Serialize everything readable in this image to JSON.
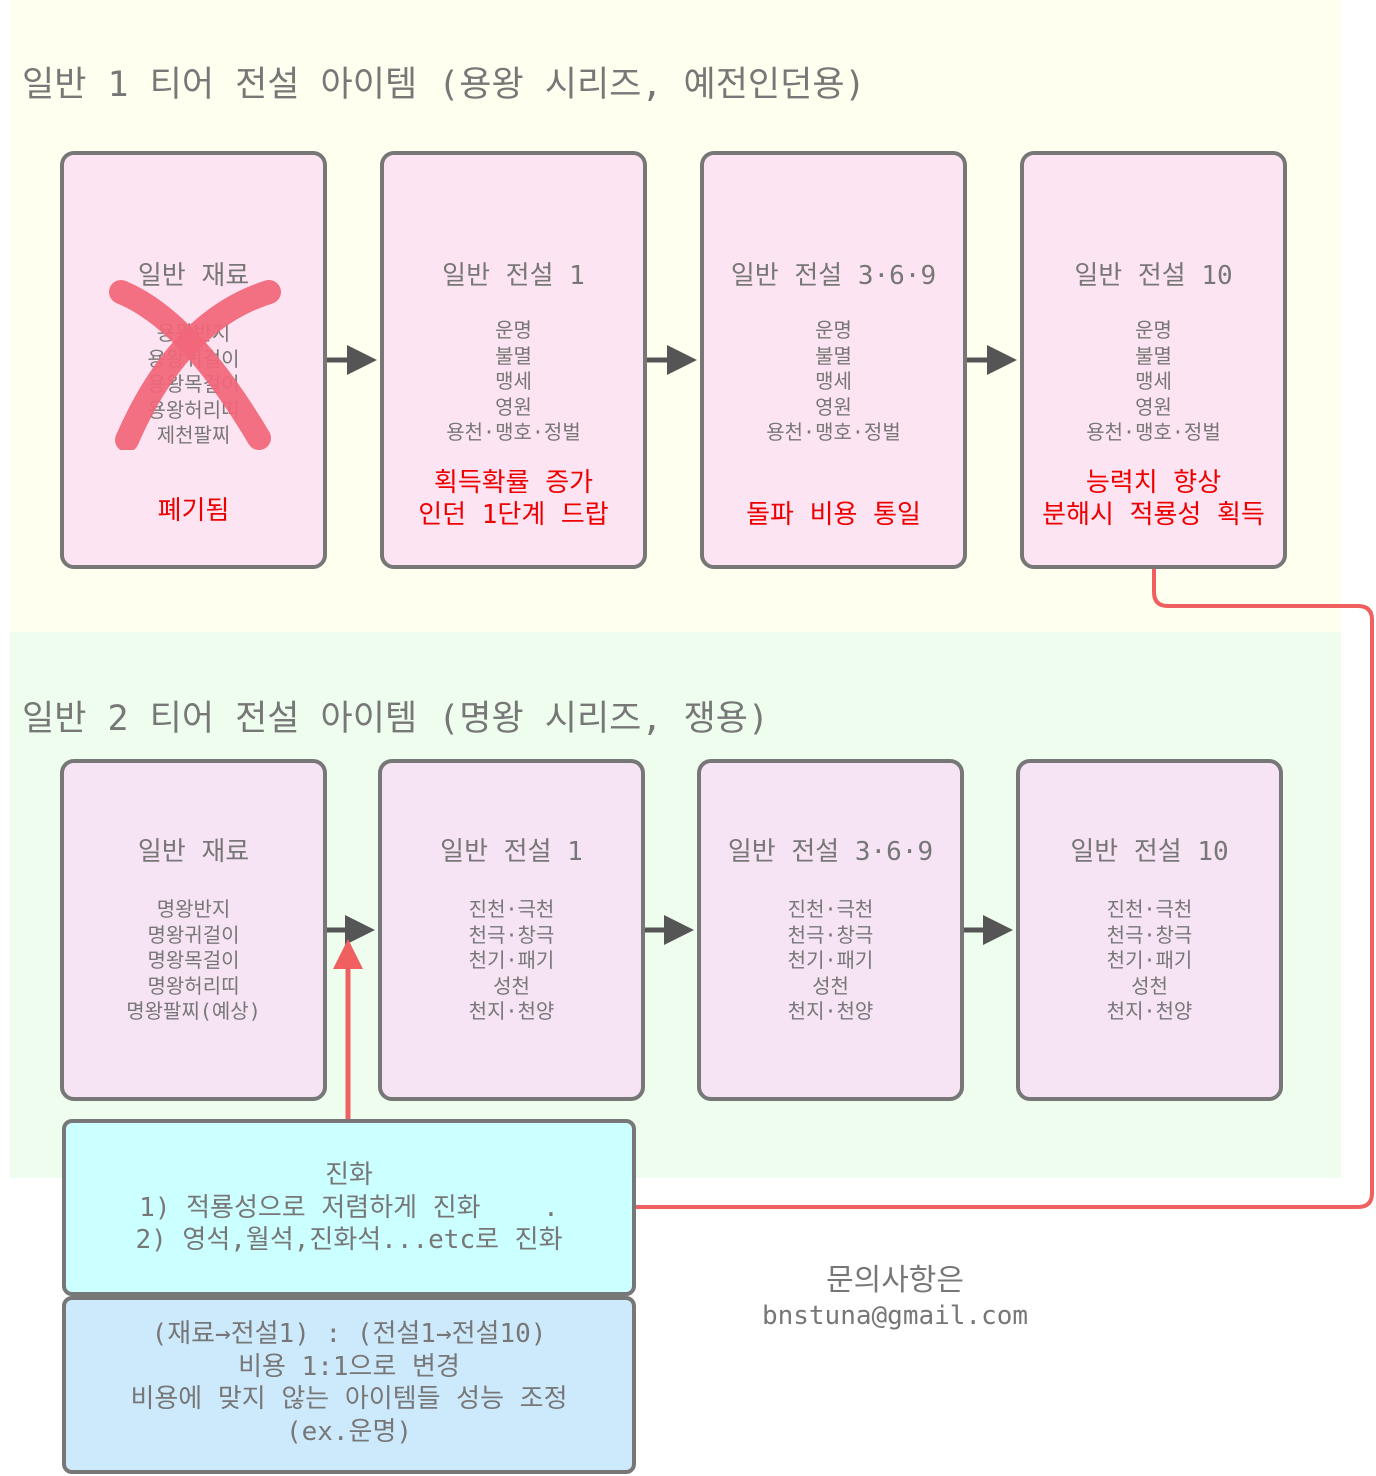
{
  "sections": [
    {
      "title": "일반 1 티어 전설 아이템 (용왕 시리즈, 예전인던용)",
      "cards": [
        {
          "title": "일반 재료",
          "items": [
            "용왕반지",
            "용왕귀걸이",
            "용왕목걸이",
            "용왕허리띠",
            "제천팔찌"
          ],
          "note": [
            "폐기됨"
          ],
          "crossed_out": true
        },
        {
          "title": "일반 전설 1",
          "items": [
            "운명",
            "불멸",
            "맹세",
            "영원",
            "용천·맹호·정벌"
          ],
          "note": [
            "획득확률 증가",
            "인던 1단계 드랍"
          ]
        },
        {
          "title": "일반 전설 3·6·9",
          "items": [
            "운명",
            "불멸",
            "맹세",
            "영원",
            "용천·맹호·정벌"
          ],
          "note": [
            "돌파 비용 통일"
          ]
        },
        {
          "title": "일반 전설 10",
          "items": [
            "운명",
            "불멸",
            "맹세",
            "영원",
            "용천·맹호·정벌"
          ],
          "note": [
            "능력치 향상",
            "분해시 적룡성 획득"
          ]
        }
      ]
    },
    {
      "title": "일반 2 티어 전설 아이템 (명왕 시리즈, 쟁용)",
      "cards": [
        {
          "title": "일반 재료",
          "items": [
            "명왕반지",
            "명왕귀걸이",
            "명왕목걸이",
            "명왕허리띠",
            "명왕팔찌(예상)"
          ]
        },
        {
          "title": "일반 전설 1",
          "items": [
            "진천·극천",
            "천극·창극",
            "천기·패기",
            "성천",
            "천지·천양"
          ]
        },
        {
          "title": "일반 전설 3·6·9",
          "items": [
            "진천·극천",
            "천극·창극",
            "천기·패기",
            "성천",
            "천지·천양"
          ]
        },
        {
          "title": "일반 전설 10",
          "items": [
            "진천·극천",
            "천극·창극",
            "천기·패기",
            "성천",
            "천지·천양"
          ]
        }
      ]
    }
  ],
  "evolution_box": {
    "lines": [
      "진화",
      "1) 적룡성으로 저렴하게 진화    .",
      "2) 영석,월석,진화석...etc로 진화"
    ]
  },
  "cost_box": {
    "lines": [
      "(재료→전설1) : (전설1→전설10)",
      "비용 1:1으로 변경",
      "비용에 맞지 않는 아이템들 성능 조정",
      "(ex.운명)"
    ]
  },
  "contact": {
    "label": "문의사항은",
    "email": "bnstuna@gmail.com"
  },
  "colors": {
    "section1_bg": "#ffffef",
    "section2_bg": "#effdef",
    "card_bg": "#fde4f2",
    "card_border": "#777777",
    "note_red": "#ee0000",
    "connector_red": "#f06060",
    "arrow_gray": "#555555",
    "evolution_bg": "#ccffff",
    "cost_bg": "#cdeafc"
  }
}
